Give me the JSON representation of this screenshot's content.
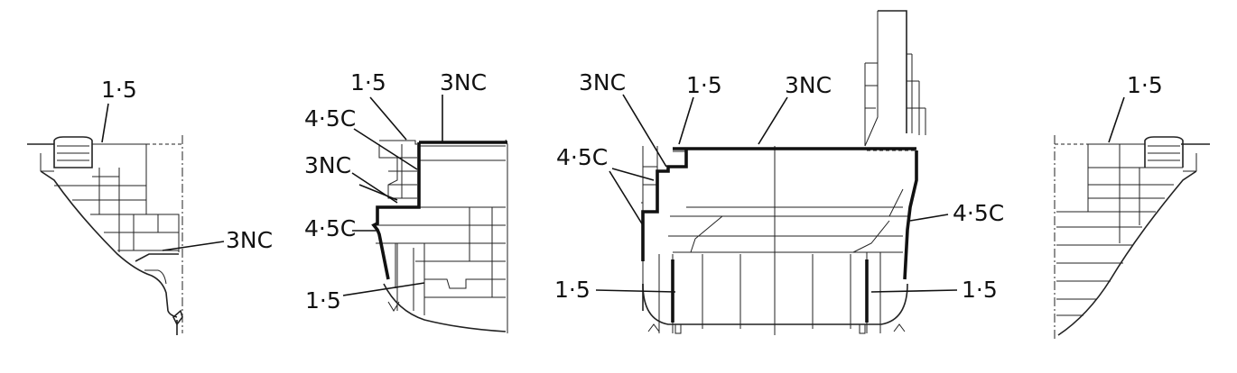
{
  "sections": [
    {
      "id": "section-1",
      "labels": [
        "1·5",
        "3NC"
      ]
    },
    {
      "id": "section-2",
      "labels": [
        "1·5",
        "3NC",
        "4·5C",
        "3NC",
        "4·5C",
        "1·5"
      ]
    },
    {
      "id": "section-3",
      "labels": [
        "3NC",
        "1·5",
        "3NC",
        "4·5C",
        "4·5C",
        "1·5",
        "1·5"
      ]
    },
    {
      "id": "section-4",
      "labels": [
        "1·5"
      ]
    }
  ]
}
